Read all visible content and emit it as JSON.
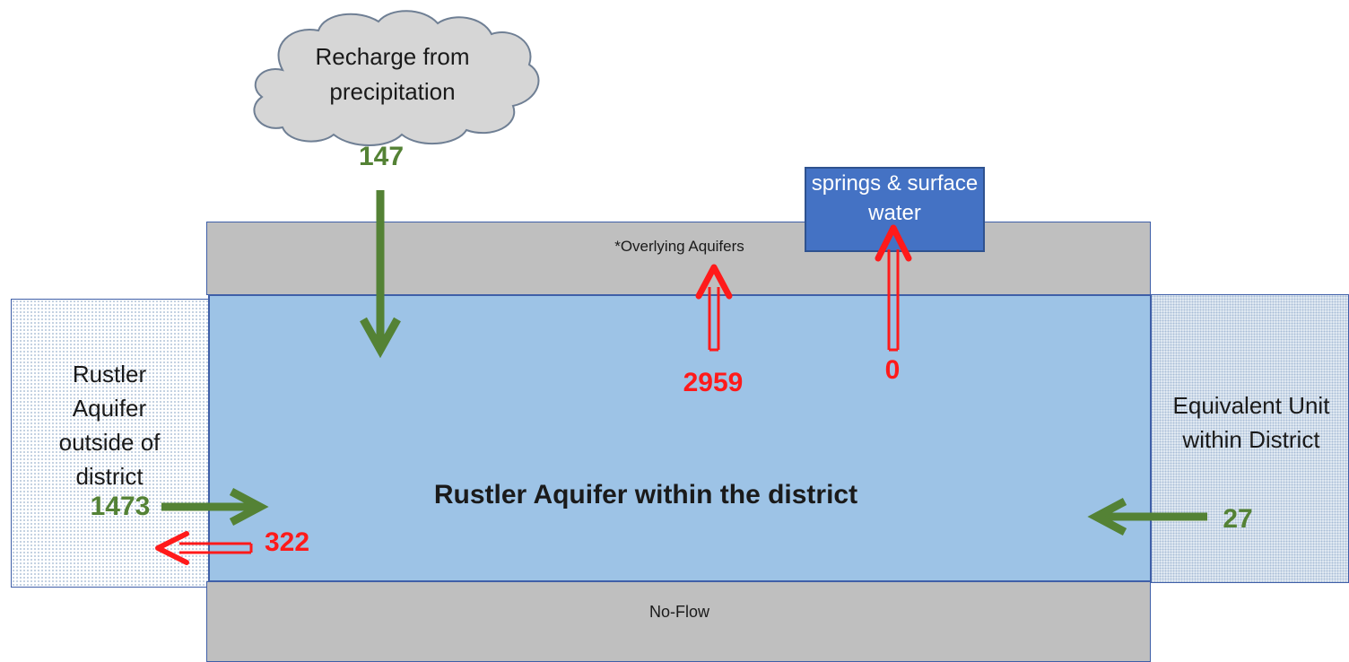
{
  "cloud": {
    "text": "Recharge from precipitation"
  },
  "springs": {
    "text": "springs & surface water"
  },
  "layers": {
    "overlying": "*Overlying Aquifers",
    "main": "Rustler Aquifer within the district",
    "no_flow": "No-Flow",
    "left_outside": "Rustler Aquifer outside of district",
    "right_equiv": "Equivalent Unit within District"
  },
  "flows": {
    "recharge": "147",
    "to_overlying": "2959",
    "to_springs": "0",
    "inflow_left": "1473",
    "outflow_left": "322",
    "inflow_right": "27"
  },
  "colors": {
    "inflow": "#548235",
    "outflow": "#ff1a1a",
    "aquifer": "#9dc3e6",
    "confining": "#bfbfbf",
    "springs": "#4472c4"
  }
}
